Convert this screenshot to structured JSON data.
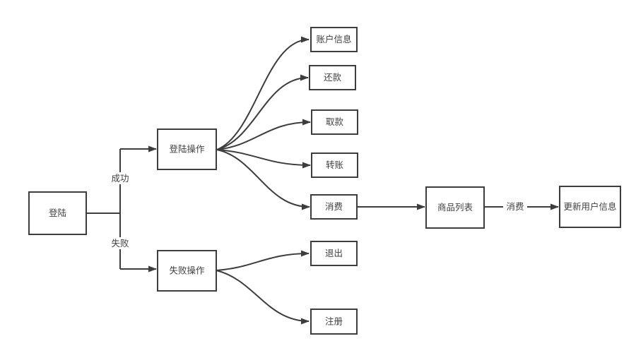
{
  "diagram": {
    "type": "flowchart",
    "colors": {
      "background": "#ffffff",
      "stroke": "#3d3d3d",
      "text": "#3f3f3f",
      "node_fill": "#ffffff"
    },
    "nodes": {
      "login": {
        "label": "登陆"
      },
      "login_ops": {
        "label": "登陆操作"
      },
      "fail_ops": {
        "label": "失败操作"
      },
      "account_info": {
        "label": "账户信息"
      },
      "repay": {
        "label": "还款"
      },
      "withdraw": {
        "label": "取款"
      },
      "transfer": {
        "label": "转账"
      },
      "consume": {
        "label": "消费"
      },
      "exit": {
        "label": "退出"
      },
      "register": {
        "label": "注册"
      },
      "product_list": {
        "label": "商品列表"
      },
      "update_user": {
        "label": "更新用户信息"
      }
    },
    "edge_labels": {
      "success": "成功",
      "fail": "失败",
      "consume": "消费"
    }
  }
}
